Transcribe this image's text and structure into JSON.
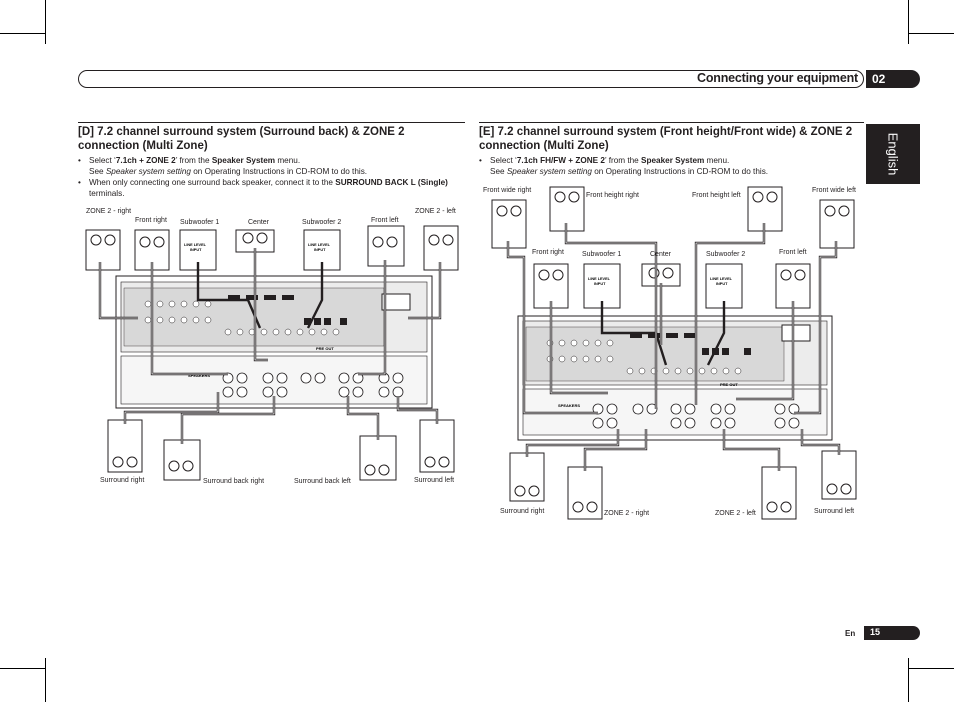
{
  "header": {
    "title": "Connecting your equipment",
    "chapter": "02",
    "language_tab": "English"
  },
  "section_d": {
    "title": "[D] 7.2 channel surround system (Surround back) & ZONE 2 connection (Multi Zone)",
    "b1_pre": "Select ‘",
    "b1_mode": "7.1ch + ZONE 2",
    "b1_mid": "’ from the ",
    "b1_menu": "Speaker System",
    "b1_post": " menu.",
    "b1_see": "See ",
    "b1_ref": "Speaker system setting",
    "b1_tail": " on Operating Instructions in CD-ROM to do this.",
    "b2_pre": "When only connecting one surround back speaker, connect it to the ",
    "b2_term": "SURROUND BACK L (Single)",
    "b2_post": " terminals.",
    "labels": {
      "zone2_right": "ZONE 2 - right",
      "front_right": "Front right",
      "subwoofer1": "Subwoofer 1",
      "center": "Center",
      "subwoofer2": "Subwoofer 2",
      "front_left": "Front left",
      "zone2_left": "ZONE 2 - left",
      "surround_right": "Surround right",
      "surround_back_right": "Surround back right",
      "surround_back_left": "Surround back left",
      "surround_left": "Surround left"
    }
  },
  "section_e": {
    "title": "[E] 7.2 channel surround system (Front height/Front wide) & ZONE 2 connection (Multi Zone)",
    "b1_pre": "Select ‘",
    "b1_mode": "7.1ch FH/FW + ZONE 2",
    "b1_mid": "’ from the ",
    "b1_menu": "Speaker System",
    "b1_post": " menu.",
    "b1_see": "See ",
    "b1_ref": "Speaker system setting",
    "b1_tail": " on Operating Instructions in CD-ROM to do this.",
    "labels": {
      "front_wide_right": "Front wide right",
      "front_height_right": "Front height right",
      "front_height_left": "Front height left",
      "front_wide_left": "Front wide left",
      "front_right": "Front right",
      "subwoofer1": "Subwoofer 1",
      "center": "Center",
      "subwoofer2": "Subwoofer 2",
      "front_left": "Front left",
      "surround_right": "Surround right",
      "zone2_right": "ZONE 2 - right",
      "zone2_left": "ZONE 2 - left",
      "surround_left": "Surround left"
    }
  },
  "diagram_text": {
    "line_level_input": "LINE LEVEL",
    "line_level_input_2": "INPUT",
    "speakers": "SPEAKERS",
    "pre_out": "PRE OUT"
  },
  "footer": {
    "lang": "En",
    "page": "15"
  }
}
